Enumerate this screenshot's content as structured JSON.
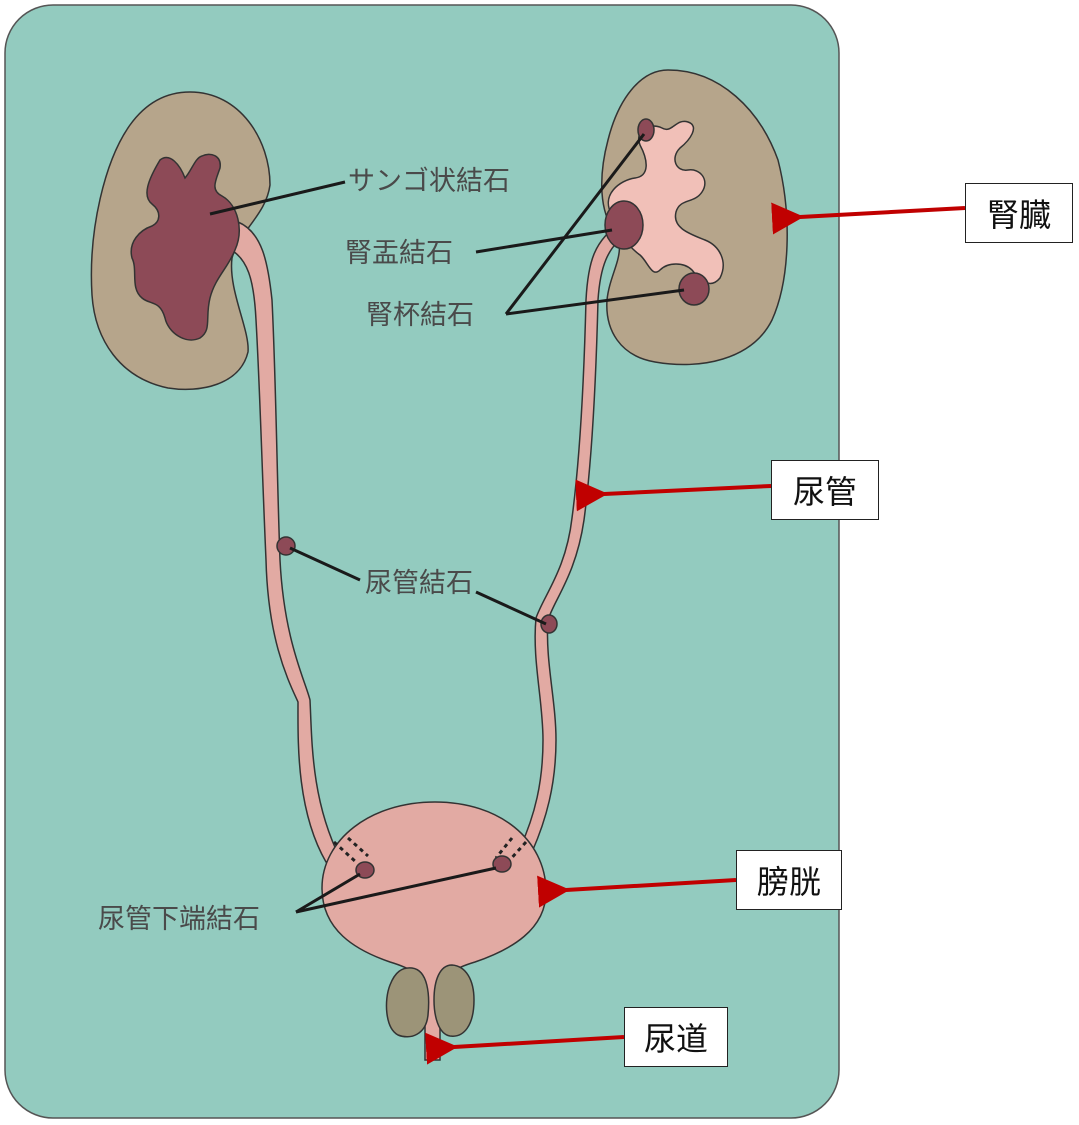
{
  "labels": {
    "staghorn": "サンゴ状結石",
    "pelvis": "腎盂結石",
    "calyx": "腎杯結石",
    "ureteral": "尿管結石",
    "lower_ureteral": "尿管下端結石"
  },
  "callouts": {
    "kidney": "腎臓",
    "ureter": "尿管",
    "bladder": "膀胱",
    "urethra": "尿道"
  },
  "colors": {
    "background": "#93cbbf",
    "kidney": "#b6a58b",
    "tissue": "#e2aaa3",
    "stone": "#8d4a57",
    "prostate": "#9c9478",
    "arrow": "#c00000"
  }
}
